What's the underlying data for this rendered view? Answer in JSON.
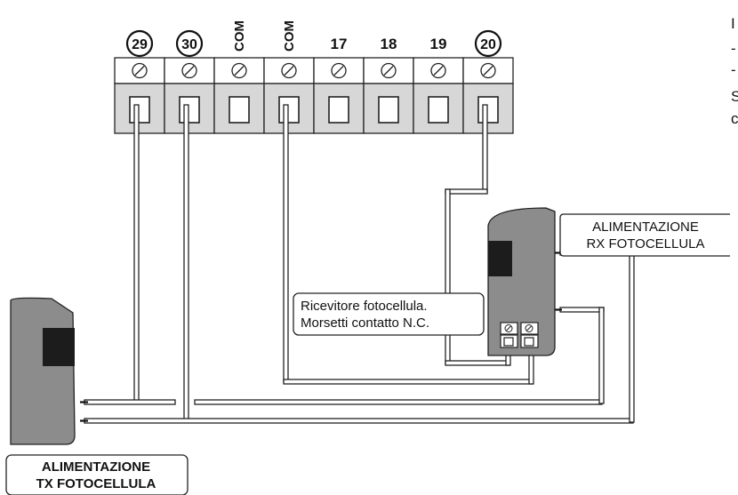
{
  "terminals": [
    {
      "label": "29",
      "style": "circled"
    },
    {
      "label": "30",
      "style": "circled"
    },
    {
      "label": "COM",
      "style": "vertical"
    },
    {
      "label": "COM",
      "style": "vertical"
    },
    {
      "label": "17",
      "style": "plain"
    },
    {
      "label": "18",
      "style": "plain"
    },
    {
      "label": "19",
      "style": "plain"
    },
    {
      "label": "20",
      "style": "circled"
    }
  ],
  "boxes": {
    "rx_power": {
      "line1": "ALIMENTAZIONE",
      "line2": "RX FOTOCELLULA"
    },
    "rx_receiver": {
      "line1": "Ricevitore fotocellula.",
      "line2": "Morsetti contatto N.C."
    },
    "tx_power": {
      "line1": "ALIMENTAZIONE",
      "line2": "TX FOTOCELLULA"
    }
  },
  "right_partial_text": [
    "I",
    "-",
    "-",
    "S",
    "c"
  ],
  "colors": {
    "terminal_block": "#d7d7d7",
    "device_body": "#8c8c8c",
    "device_window": "#1c1c1c",
    "wire_fill": "#ffffff",
    "stroke": "#222222"
  }
}
